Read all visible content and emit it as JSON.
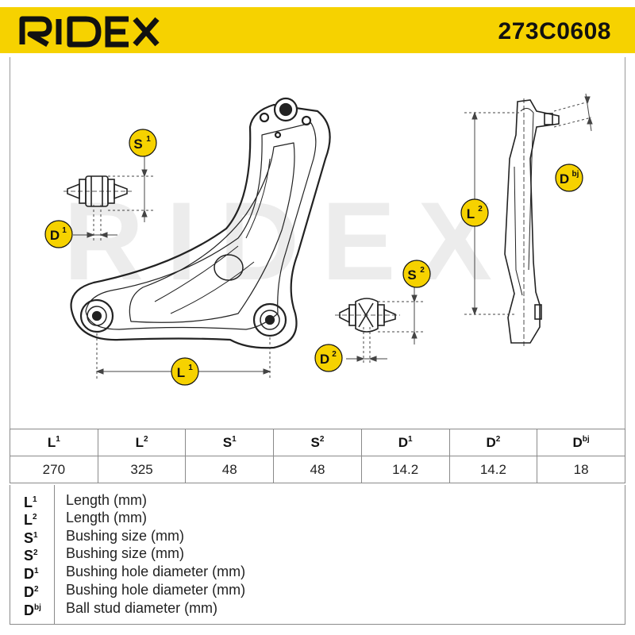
{
  "header": {
    "brand": "RIDEX",
    "part_number": "273C0608",
    "band_color": "#f6d200"
  },
  "watermark": "RIDEX",
  "badges": {
    "s1": {
      "letter": "S",
      "sup": "1"
    },
    "d1": {
      "letter": "D",
      "sup": "1"
    },
    "l1": {
      "letter": "L",
      "sup": "1"
    },
    "l2": {
      "letter": "L",
      "sup": "2"
    },
    "s2": {
      "letter": "S",
      "sup": "2"
    },
    "d2": {
      "letter": "D",
      "sup": "2"
    },
    "dbj": {
      "letter": "D",
      "sup": "bj"
    },
    "color": "#f6d200"
  },
  "table": {
    "headers": [
      {
        "letter": "L",
        "sup": "1"
      },
      {
        "letter": "L",
        "sup": "2"
      },
      {
        "letter": "S",
        "sup": "1"
      },
      {
        "letter": "S",
        "sup": "2"
      },
      {
        "letter": "D",
        "sup": "1"
      },
      {
        "letter": "D",
        "sup": "2"
      },
      {
        "letter": "D",
        "sup": "bj"
      }
    ],
    "values": [
      "270",
      "325",
      "48",
      "48",
      "14.2",
      "14.2",
      "18"
    ]
  },
  "legend": [
    {
      "letter": "L",
      "sup": "1",
      "description": "Length (mm)"
    },
    {
      "letter": "L",
      "sup": "2",
      "description": "Length (mm)"
    },
    {
      "letter": "S",
      "sup": "1",
      "description": "Bushing size (mm)"
    },
    {
      "letter": "S",
      "sup": "2",
      "description": "Bushing size (mm)"
    },
    {
      "letter": "D",
      "sup": "1",
      "description": "Bushing hole diameter (mm)"
    },
    {
      "letter": "D",
      "sup": "2",
      "description": "Bushing hole diameter (mm)"
    },
    {
      "letter": "D",
      "sup": "bj",
      "description": "Ball stud diameter (mm)"
    }
  ]
}
